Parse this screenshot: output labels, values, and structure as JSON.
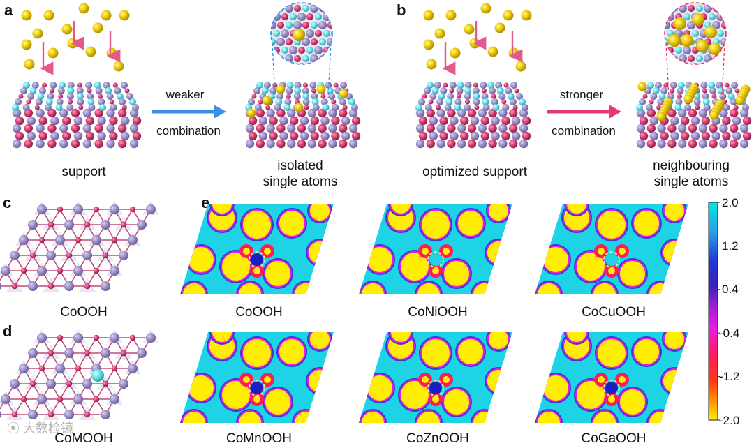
{
  "panels": {
    "a": {
      "letter": "a",
      "left_caption": "support",
      "arrow_top": "weaker",
      "arrow_bottom": "combination",
      "arrow_color": "#3a8fe6",
      "right_caption_line1": "isolated",
      "right_caption_line2": "single atoms"
    },
    "b": {
      "letter": "b",
      "left_caption": "optimized support",
      "arrow_top": "stronger",
      "arrow_bottom": "combination",
      "arrow_color": "#e8386a",
      "right_caption_line1": "neighbouring",
      "right_caption_line2": "single atoms"
    },
    "c": {
      "letter": "c",
      "caption": "CoOOH"
    },
    "d": {
      "letter": "d",
      "caption": "CoMOOH"
    },
    "e": {
      "letter": "e",
      "maps": [
        "CoOOH",
        "CoNiOOH",
        "CoCuOOH",
        "CoMnOOH",
        "CoZnOOH",
        "CoGaOOH"
      ]
    }
  },
  "colorbar": {
    "ticks": [
      "2.0",
      "1.2",
      "0.4",
      "-0.4",
      "-1.2",
      "-2.0"
    ],
    "colors_top_to_bottom": [
      "#00e5e5",
      "#2a6ee6",
      "#1a1fbf",
      "#8a1fd6",
      "#e81ee0",
      "#ff1a5a",
      "#ff2a1a",
      "#ff8a00",
      "#ffee00"
    ]
  },
  "colors": {
    "gold_atom": "#f2d20f",
    "cyan_atom": "#5fe0e8",
    "lavender_atom": "#9a8fc9",
    "pink_atom": "#d63e72",
    "drop_arrow": "#e05a8a",
    "map_bg": "#1fd3e6"
  },
  "watermark": "大数检镜"
}
